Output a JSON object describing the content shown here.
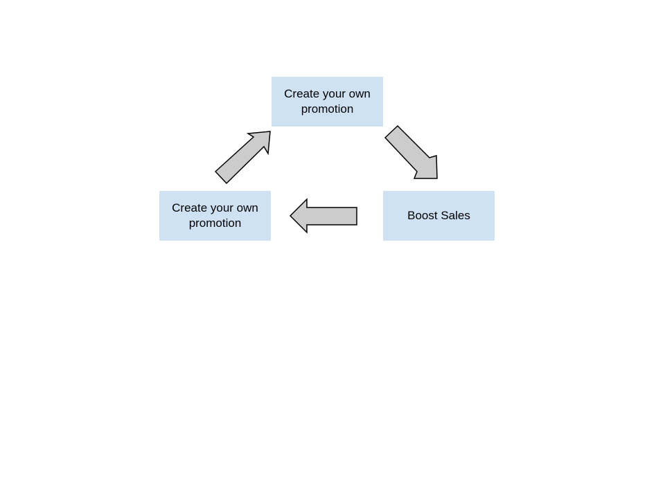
{
  "diagram": {
    "nodes": [
      {
        "id": "top",
        "label": "Create your own promotion"
      },
      {
        "id": "right",
        "label": "Boost Sales"
      },
      {
        "id": "left",
        "label": "Create your own promotion"
      }
    ],
    "edges": [
      {
        "from": "top",
        "to": "right"
      },
      {
        "from": "right",
        "to": "left"
      },
      {
        "from": "left",
        "to": "top"
      }
    ],
    "colors": {
      "node_fill": "#cfe2f3",
      "arrow_fill": "#cccccc",
      "arrow_stroke": "#000000"
    }
  }
}
